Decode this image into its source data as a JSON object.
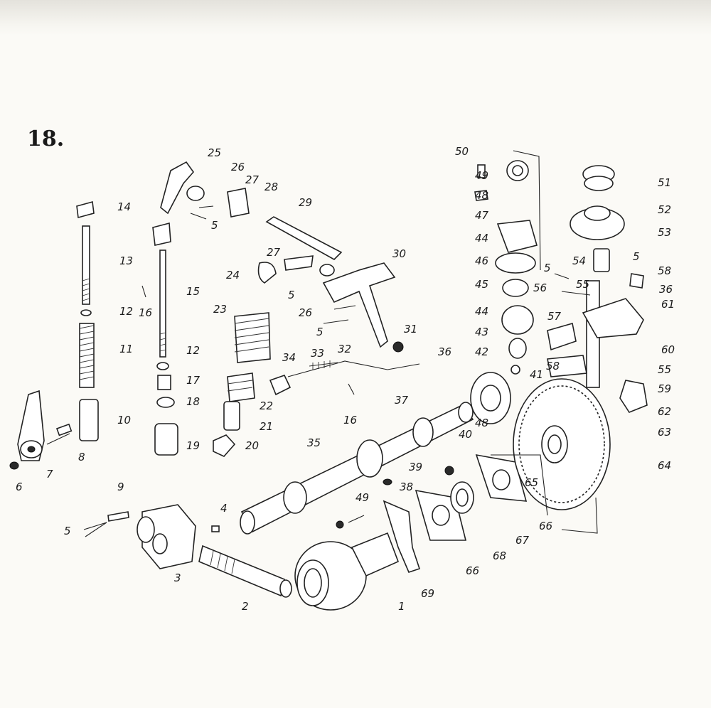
{
  "figure": {
    "number": "18."
  },
  "callouts": [
    "1",
    "2",
    "3",
    "4",
    "5",
    "5",
    "5",
    "5",
    "5",
    "5",
    "6",
    "7",
    "8",
    "9",
    "10",
    "11",
    "12",
    "12",
    "13",
    "14",
    "15",
    "16",
    "16",
    "17",
    "18",
    "19",
    "20",
    "21",
    "22",
    "23",
    "24",
    "25",
    "26",
    "26",
    "27",
    "27",
    "28",
    "29",
    "30",
    "31",
    "32",
    "33",
    "34",
    "35",
    "36",
    "36",
    "37",
    "38",
    "39",
    "40",
    "41",
    "42",
    "43",
    "44",
    "44",
    "45",
    "46",
    "47",
    "48",
    "48",
    "49",
    "49",
    "50",
    "51",
    "52",
    "53",
    "54",
    "55",
    "55",
    "56",
    "57",
    "58",
    "58",
    "59",
    "60",
    "61",
    "62",
    "63",
    "64",
    "65",
    "66",
    "66",
    "67",
    "68",
    "69"
  ]
}
